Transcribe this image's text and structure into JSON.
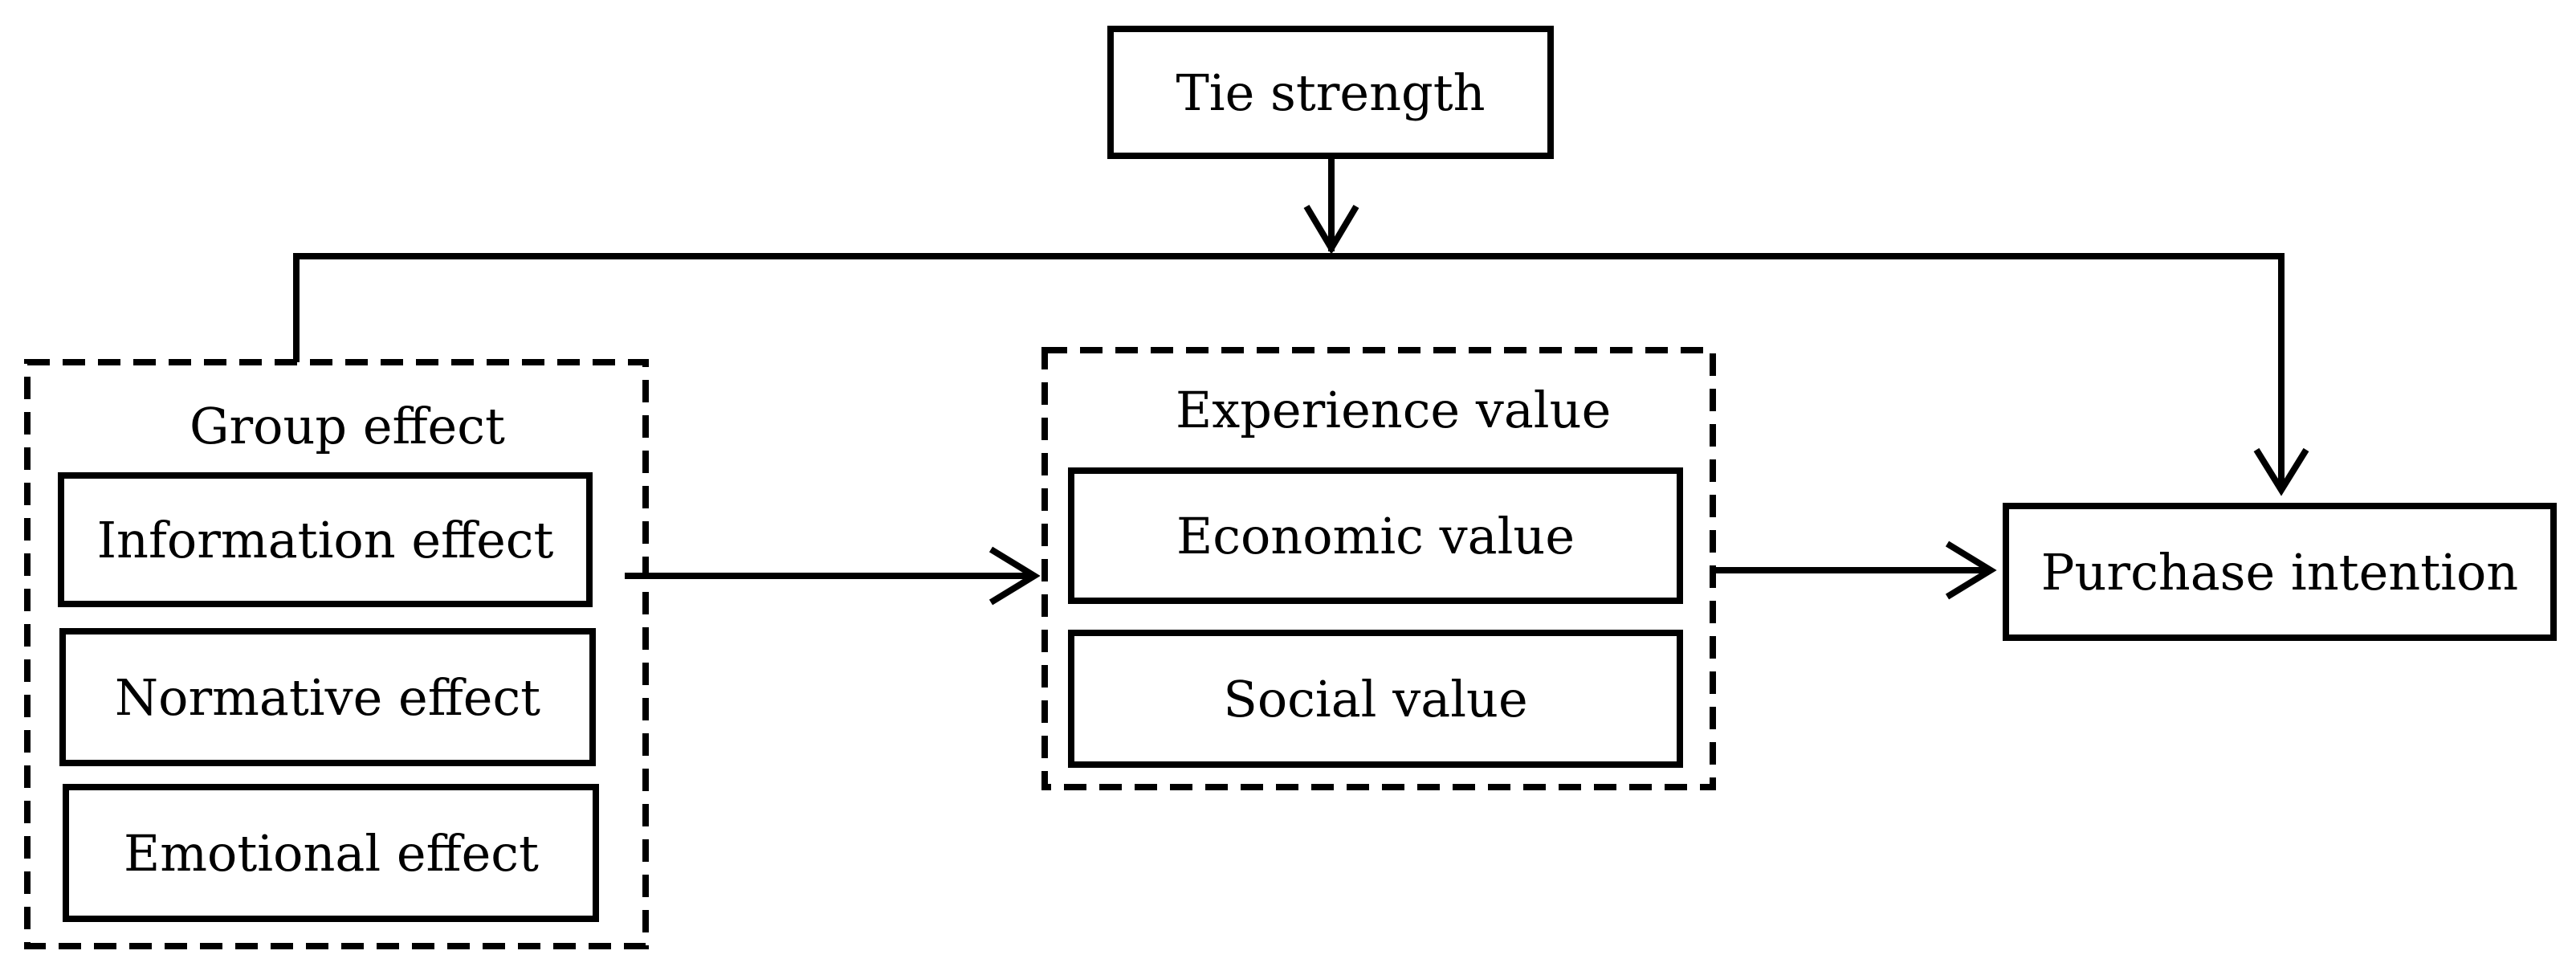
{
  "diagram": {
    "tie_strength": "Tie strength",
    "group_effect": {
      "title": "Group effect",
      "items": [
        "Information effect",
        "Normative effect",
        "Emotional effect"
      ]
    },
    "experience_value": {
      "title": "Experience value",
      "items": [
        "Economic value",
        "Social value"
      ]
    },
    "purchase_intention": "Purchase intention",
    "edges": [
      {
        "from": "Tie strength",
        "to": "Group effect / Purchase intention link",
        "style": "arrow"
      },
      {
        "from": "Group effect",
        "to": "Experience value",
        "style": "arrow"
      },
      {
        "from": "Experience value",
        "to": "Purchase intention",
        "style": "arrow"
      },
      {
        "from": "Group effect",
        "to": "Purchase intention",
        "style": "arrow"
      }
    ]
  }
}
